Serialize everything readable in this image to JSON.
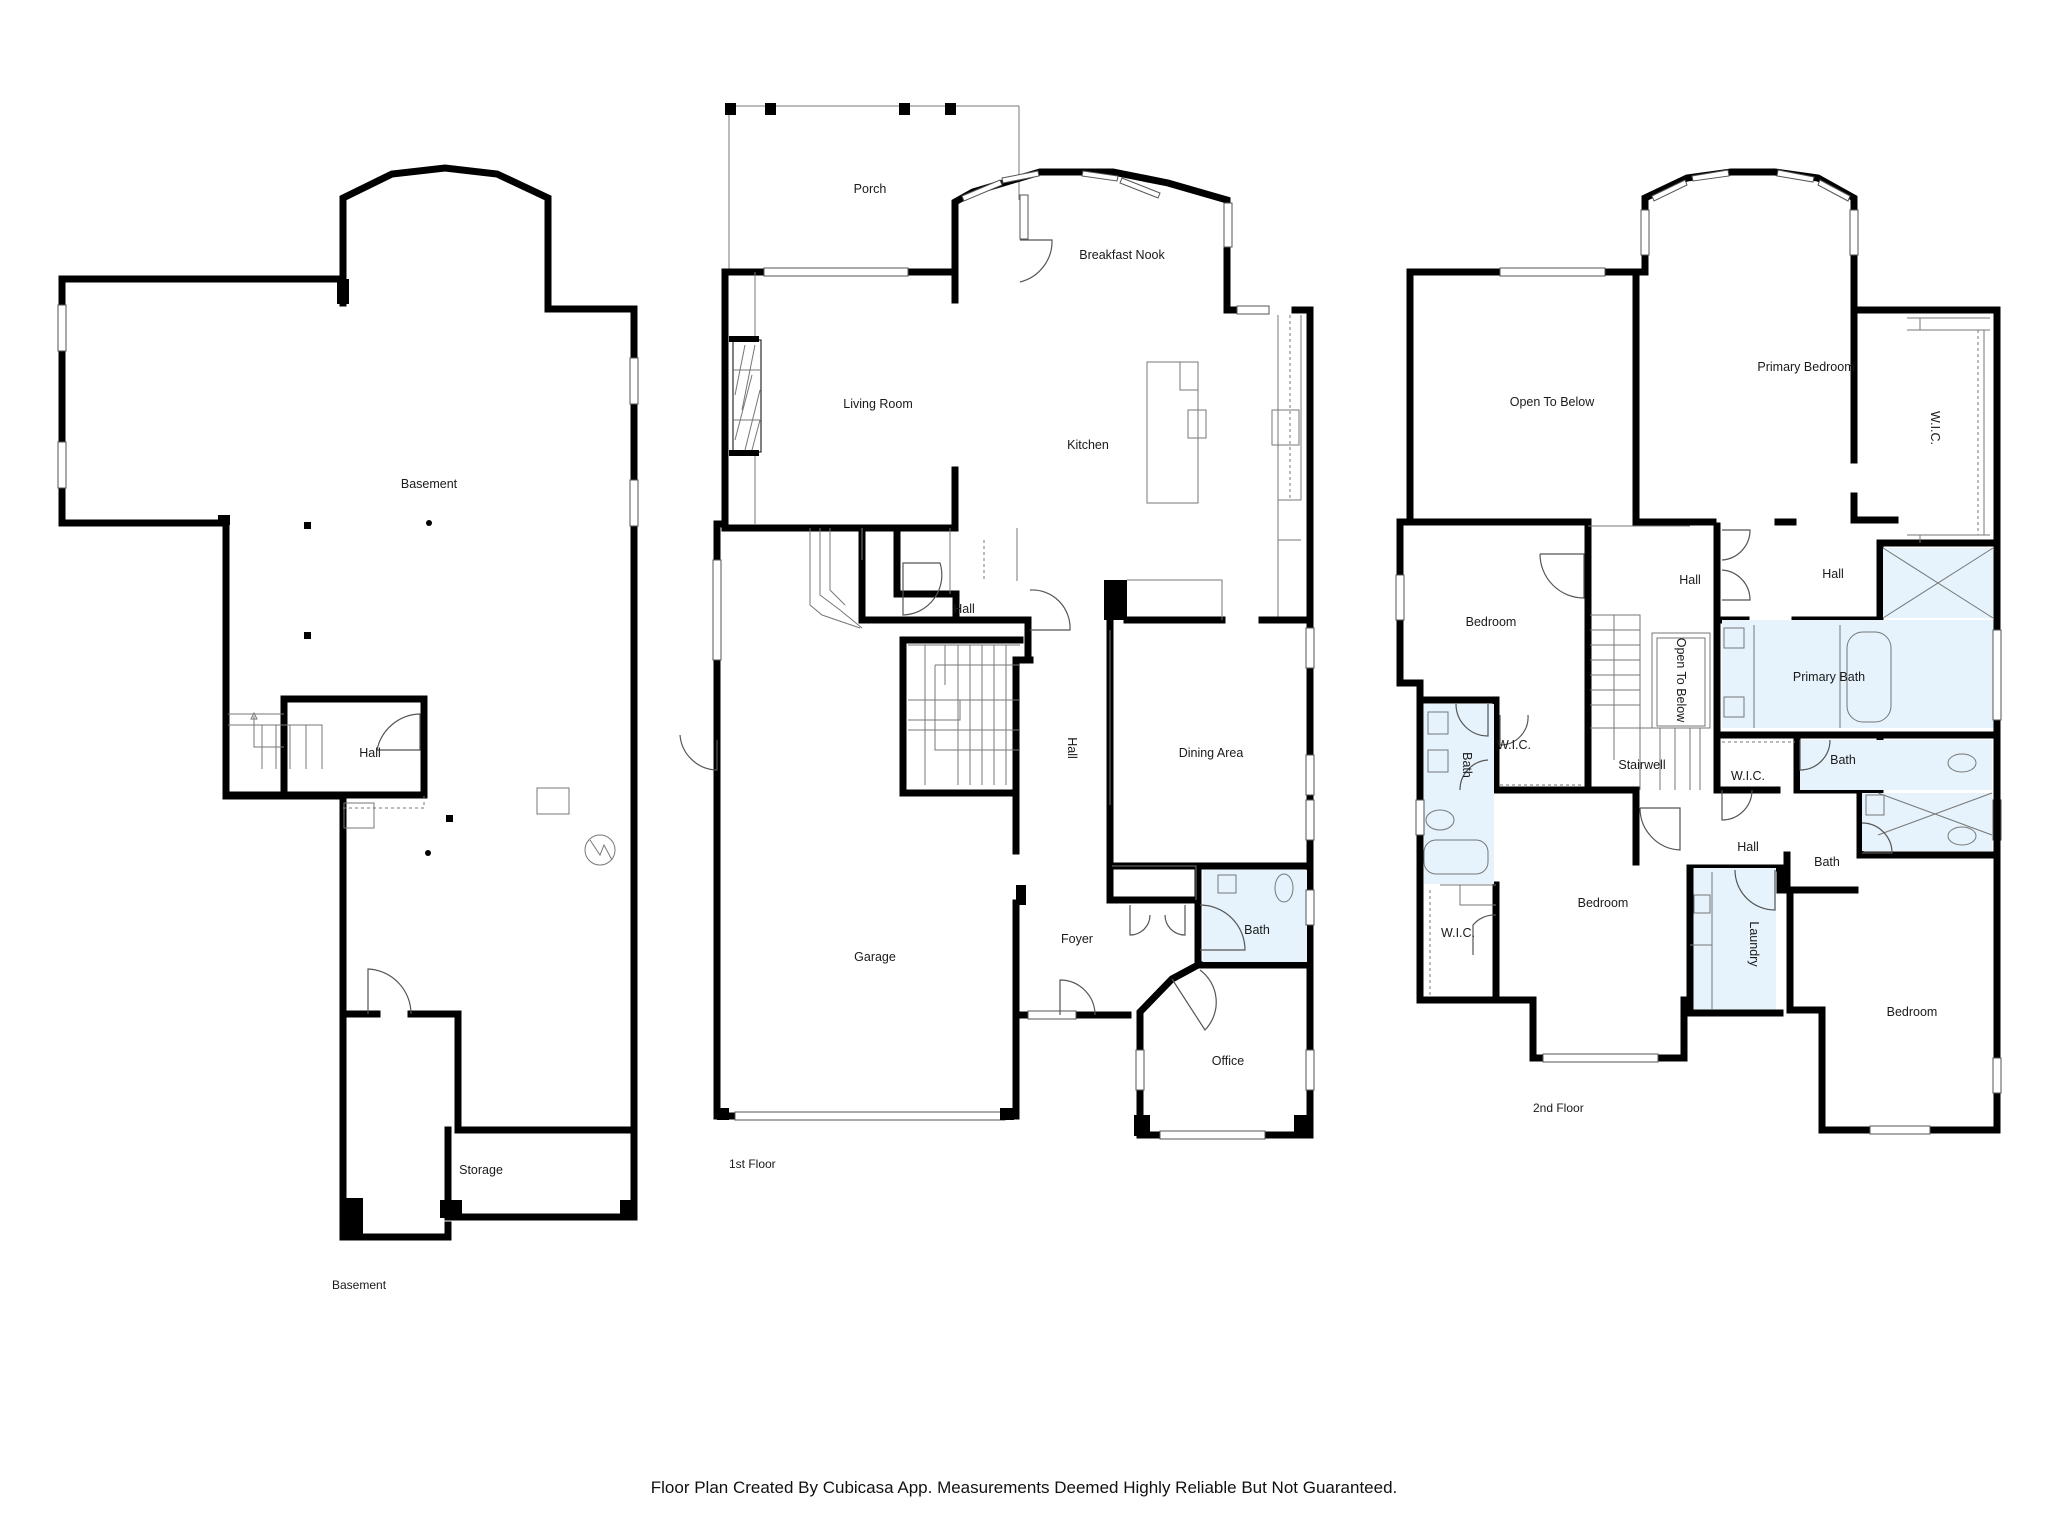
{
  "floors": {
    "basement": {
      "label": "Basement",
      "rooms": {
        "basement": "Basement",
        "hall": "Hall",
        "storage": "Storage"
      }
    },
    "first": {
      "label": "1st Floor",
      "rooms": {
        "porch": "Porch",
        "breakfast_nook": "Breakfast Nook",
        "living_room": "Living Room",
        "kitchen": "Kitchen",
        "hall_small": "Hall",
        "hall_main": "Hall",
        "dining_area": "Dining Area",
        "garage": "Garage",
        "foyer": "Foyer",
        "bath": "Bath",
        "office": "Office"
      }
    },
    "second": {
      "label": "2nd Floor",
      "rooms": {
        "open_to_below": "Open To Below",
        "primary_bedroom": "Primary Bedroom",
        "wic_primary": "W.I.C.",
        "hall_upper": "Hall",
        "hall_primary": "Hall",
        "bedroom_1": "Bedroom",
        "open_to_below_stair": "Open To Below",
        "primary_bath": "Primary Bath",
        "bath_left": "Bath",
        "wic_left_1": "W.I.C.",
        "stairwell": "Stairwell",
        "wic_right": "W.I.C.",
        "bath_right_1": "Bath",
        "hall_right": "Hall",
        "bath_right_2": "Bath",
        "bedroom_2": "Bedroom",
        "laundry": "Laundry",
        "wic_left_2": "W.I.C.",
        "bedroom_3": "Bedroom"
      }
    }
  },
  "colors": {
    "wall": "#000000",
    "wet_room_fill": "#e6f3fc",
    "background": "#ffffff"
  },
  "footer": {
    "disclaimer": "Floor Plan Created By Cubicasa App. Measurements Deemed Highly Reliable But Not Guaranteed."
  }
}
